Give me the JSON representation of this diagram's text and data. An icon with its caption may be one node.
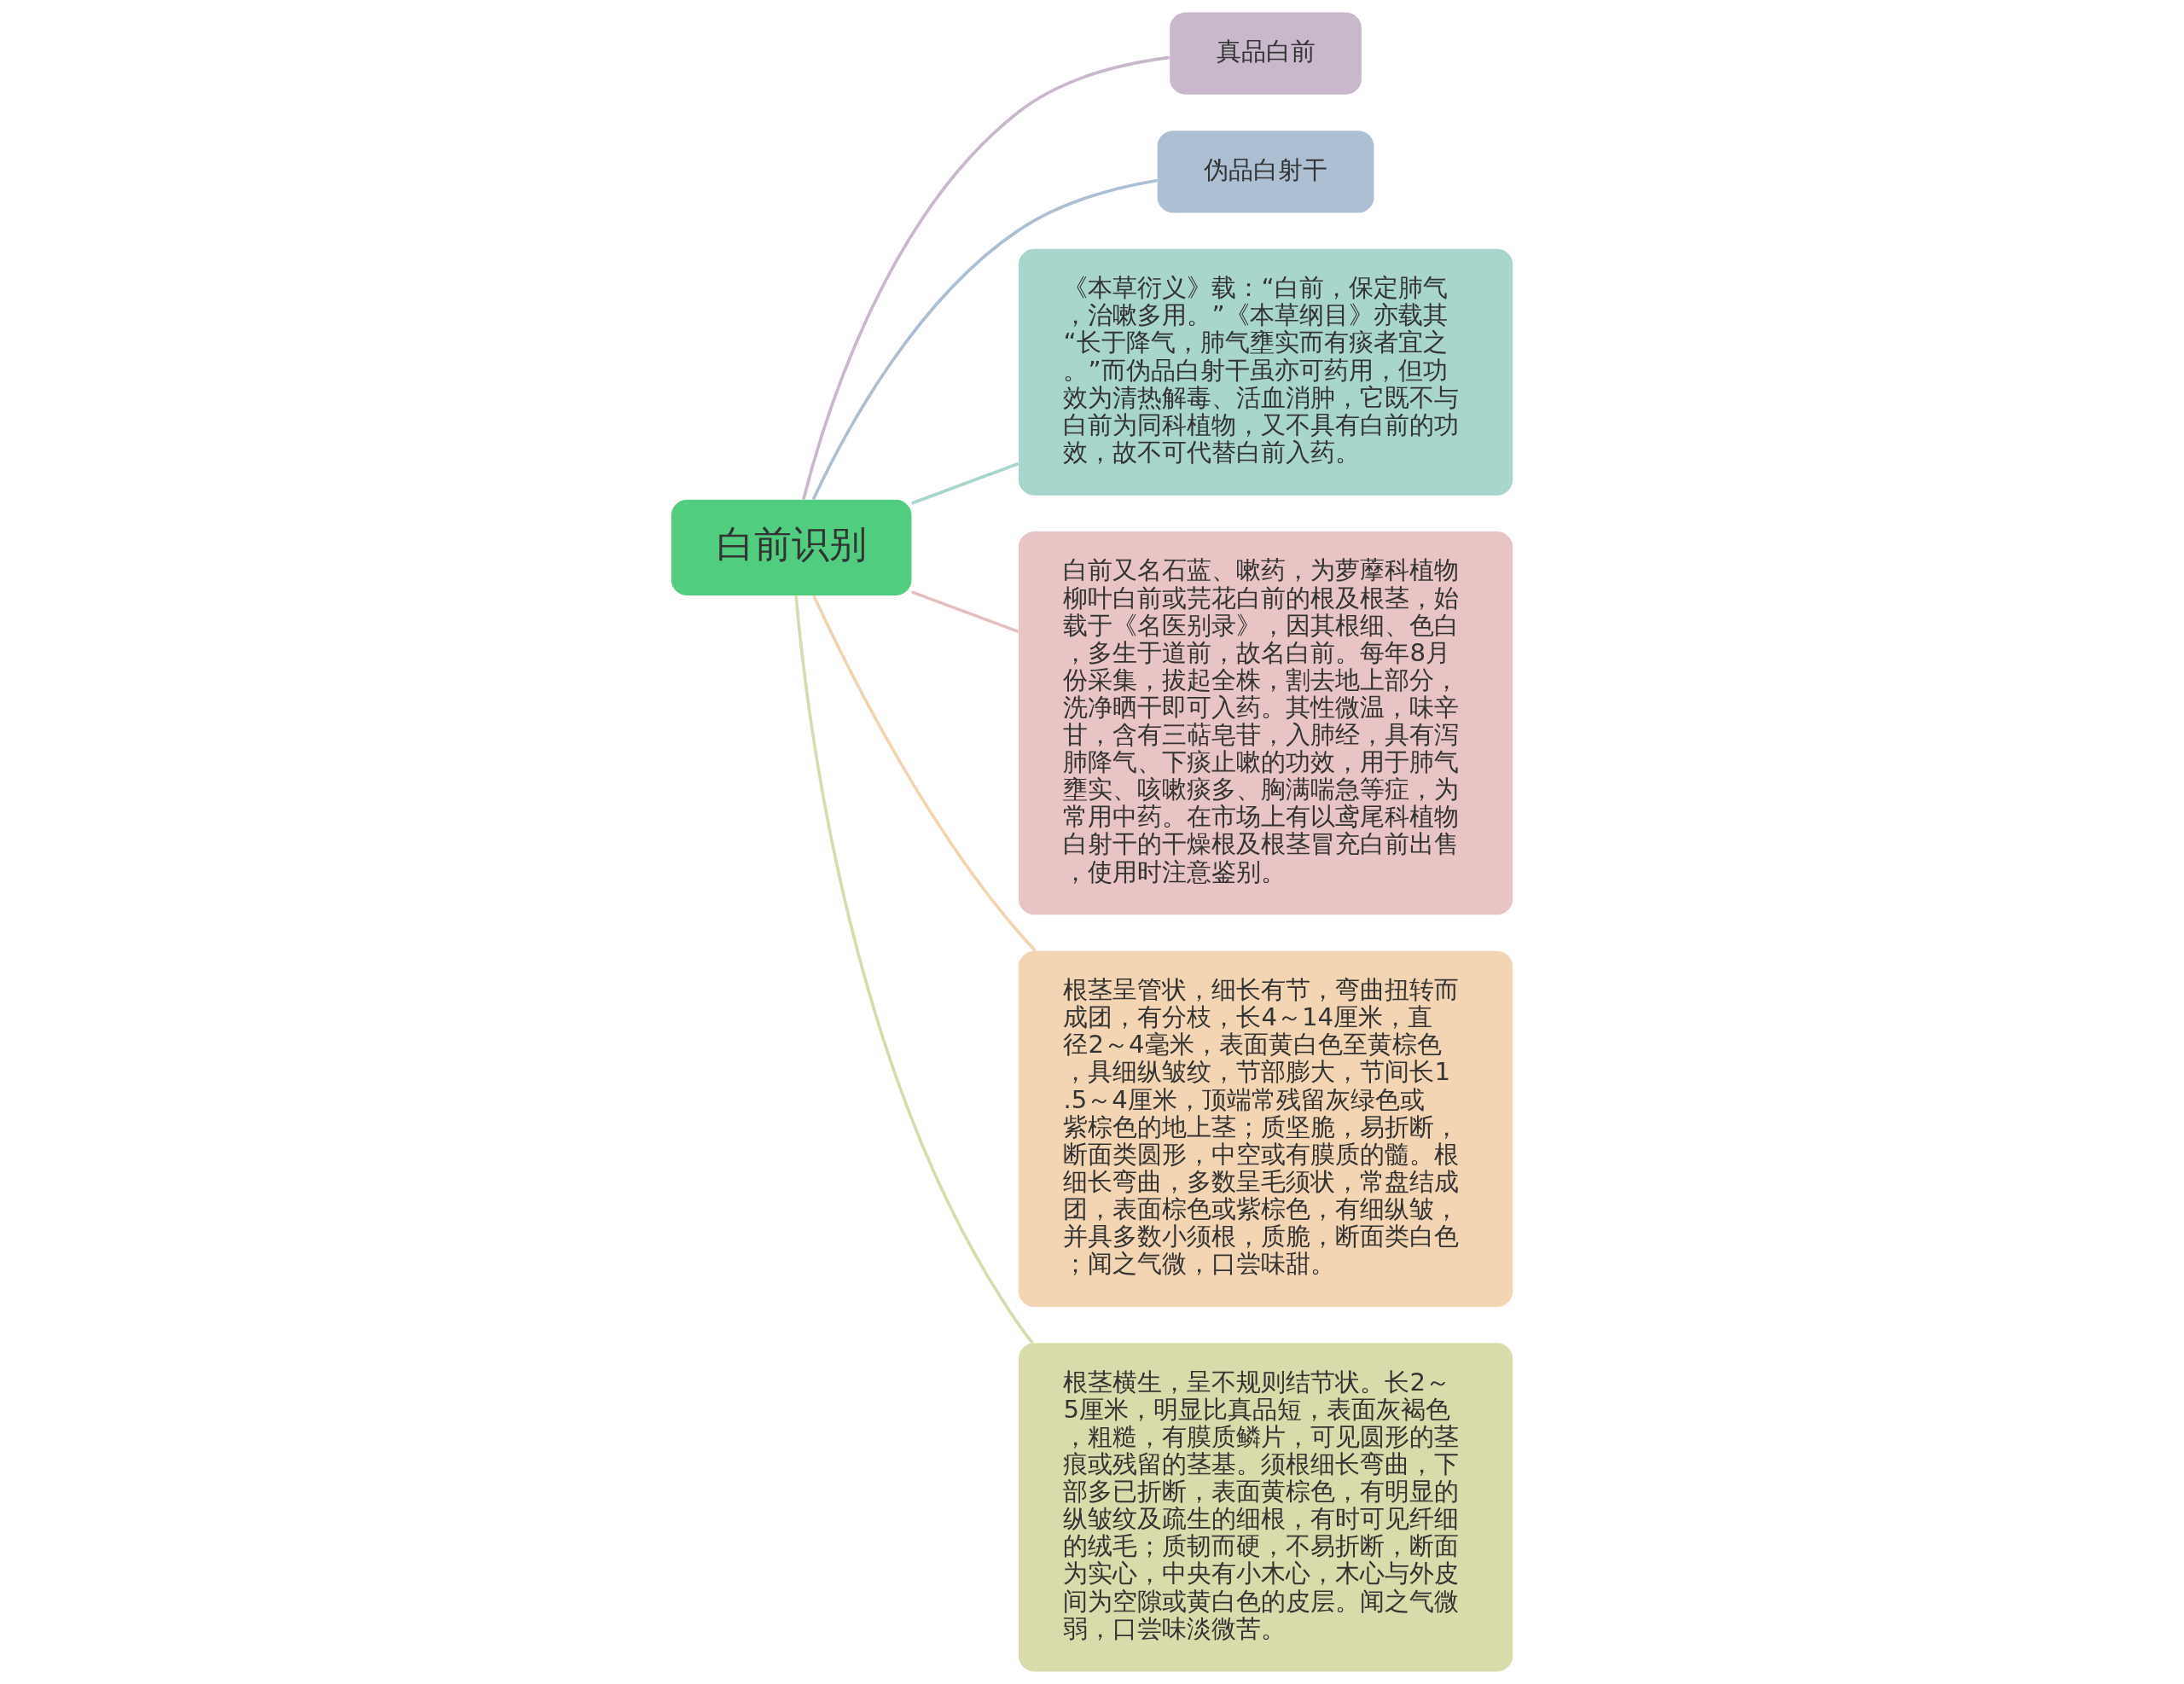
{
  "diagram": {
    "nodes": [
      {
        "text": [
          "白前识别"
        ]
      },
      {
        "text": [
          "真品白前"
        ]
      },
      {
        "text": [
          "伪品白射干"
        ]
      },
      {
        "text": [
          "《本草衍义》载：“白前，保定肺气，治嗽多用。”《本草纲目》亦载其“长于降气，肺气壅实而有痰者宜之。”而伪品白射干虽亦可药用，但功效为清热解毒、活血消肿，它既不与白前为同科植物，又不具有白前的功效，故不可代替白前入药。"
        ]
      },
      {
        "text": [
          "白前又名石蓝、嗽药，为萝藦科植物柳叶白前或芫花白前的根及根茎，始载于《名医别录》，因其根细、色白，多生于道前，故名白前。每年8月份采集，拔起全株，割去地上部分，洗净晒干即可入药。其性微温，味辛甘，含有三萜皂苷，入肺经，具有泻肺降气、下痰止嗽的功效，用于肺气壅实、咳嗽痰多、胸满喘急等症，为常用中药。在市场上有以鸢尾科植物白射干的干燥根及根茎冒充白前出售，使用时注意鉴别。"
        ]
      },
      {
        "text": [
          "根茎呈管状，细长有节，弯曲扭转而成团，有分枝，长4～14厘米，直径2～4毫米，表面黄白色至黄棕色，具细纵皱纹，节部膨大，节间长1.5～4厘米，顶端常残留灰绿色或紫棕色的地上茎；质坚脆，易折断，断面类圆形，中空或有膜质的髓。根细长弯曲，多数呈毛须状，常盘结成团，表面棕色或紫棕色，有细纵皱，并具多数小须根，质脆，断面类白色；闻之气微，口尝味甜。"
        ]
      },
      {
        "text": [
          "根茎横生，呈不规则结节状。长2～5厘米，明显比真品短，表面灰褐色，粗糙，有膜质鳞片，可见圆形的茎痕或残留的茎基。须根细长弯曲，下部多已折断，表面黄棕色，有明显的纵皱纹及疏生的细根，有时可见纤细的绒毛；质韧而硬，不易折断，断面为实心，中央有小木心，木心与外皮间为空隙或黄白色的皮层。闻之气微弱，口尝味淡微苦。"
        ]
      }
    ],
    "edges": [
      {
        "from": 0,
        "to": 1,
        "arrow": "none",
        "color": "#c9b8cc"
      },
      {
        "from": 0,
        "to": 2,
        "arrow": "none",
        "color": "#adbfd3"
      },
      {
        "from": 0,
        "to": 3,
        "arrow": "none",
        "color": "#a8d5cc"
      },
      {
        "from": 0,
        "to": 4,
        "arrow": "none",
        "color": "#e3bfbf"
      },
      {
        "from": 0,
        "to": 5,
        "arrow": "none",
        "color": "#f2d5b0"
      },
      {
        "from": 0,
        "to": 6,
        "arrow": "none",
        "color": "#d8dcaa"
      }
    ]
  }
}
